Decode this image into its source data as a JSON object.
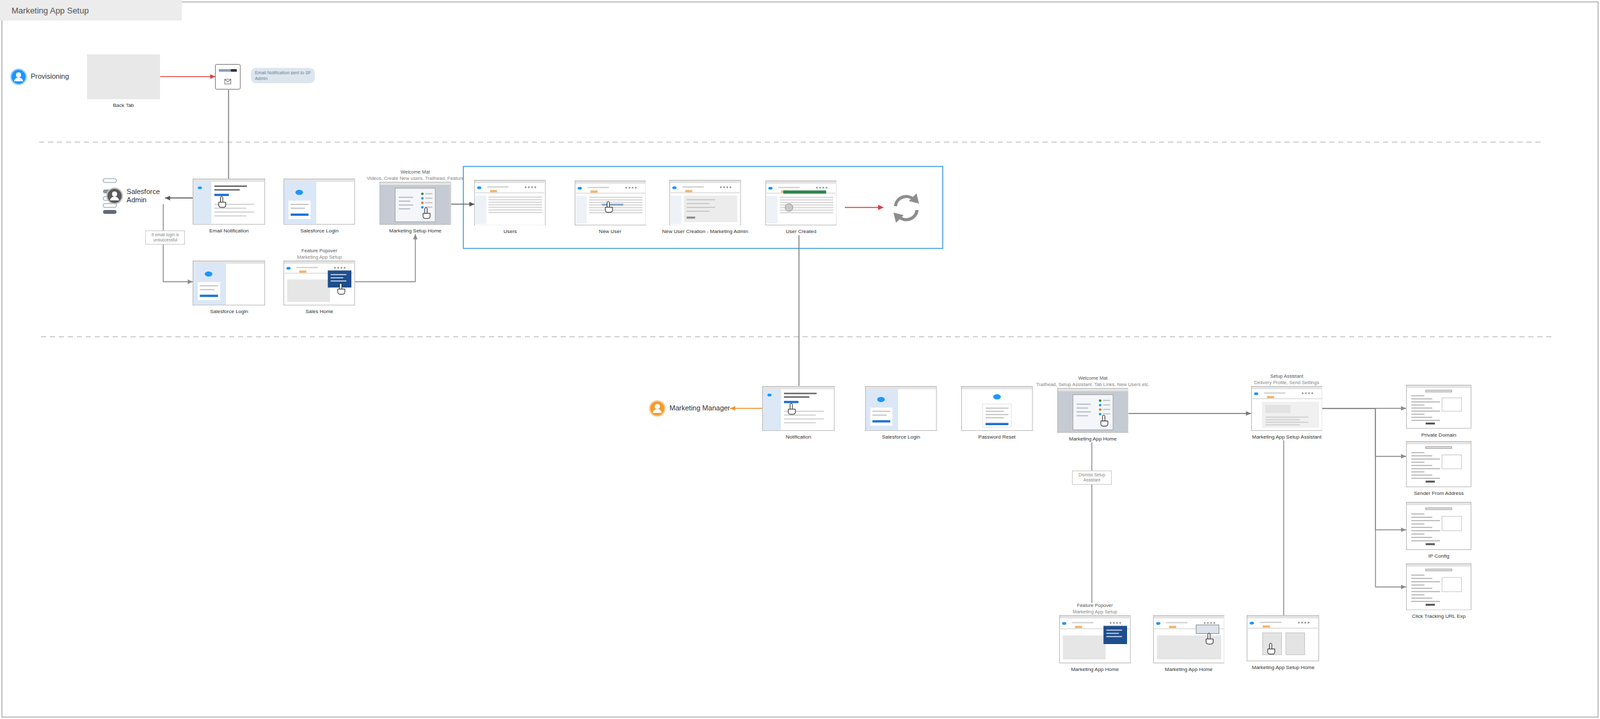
{
  "diagram": {
    "title": "Marketing App Setup",
    "nodes": [
      {
        "text": [
          "Provisioning"
        ]
      },
      {
        "text": [
          "Back Tab"
        ]
      },
      {
        "text": [
          "Email Notification sent to SF Admin"
        ]
      },
      {
        "text": [
          "Salesforce Admin"
        ]
      },
      {
        "text": [
          "Email Notification"
        ]
      },
      {
        "text": [
          "Salesforce Login"
        ]
      },
      {
        "text": [
          "Welcome Mat",
          "Videos, Create New users, Trailhead, Feature",
          "Marketing Setup Home"
        ]
      },
      {
        "text": [
          "Users"
        ]
      },
      {
        "text": [
          "New User"
        ]
      },
      {
        "text": [
          "New User Creation - Marketing Admin"
        ]
      },
      {
        "text": [
          "User Created"
        ]
      },
      {
        "text": [
          "Salesforce Login"
        ]
      },
      {
        "text": [
          "Feature Popover",
          "Marketing App Setup",
          "Sales Home"
        ]
      },
      {
        "text": [
          "Marketing Manager"
        ]
      },
      {
        "text": [
          "Notification"
        ]
      },
      {
        "text": [
          "Salesforce Login"
        ]
      },
      {
        "text": [
          "Password Reset"
        ]
      },
      {
        "text": [
          "Welcome Mat",
          "Trailhead, Setup Assistant, Tab Links, New Users etc.",
          "Marketing App Home"
        ]
      },
      {
        "text": [
          "Setup Assistant",
          "Delivery Profile, Send Settings",
          "Marketing App Setup Assistant"
        ]
      },
      {
        "text": [
          "Private Domain"
        ]
      },
      {
        "text": [
          "Sender From Address"
        ]
      },
      {
        "text": [
          "IP Config"
        ]
      },
      {
        "text": [
          "Click Tracking URL Exp"
        ]
      },
      {
        "text": [
          "Feature Popover",
          "Marketing App Setup",
          "Marketing App Home"
        ]
      },
      {
        "text": [
          "Marketing App Home"
        ]
      },
      {
        "text": [
          "Marketing App Setup Home"
        ]
      }
    ],
    "edges": [
      {
        "from": 1,
        "to": 2,
        "arrow": "to"
      },
      {
        "from": 2,
        "to": 4,
        "arrow": "none"
      },
      {
        "from": 4,
        "to": 3,
        "arrow": "to"
      },
      {
        "from": 3,
        "to": 11,
        "label": "If email login is unsuccessful",
        "arrow": "to"
      },
      {
        "from": 12,
        "to": 6,
        "arrow": "to"
      },
      {
        "from": 6,
        "to": 7,
        "arrow": "to"
      },
      {
        "from": 10,
        "to": 14,
        "arrow": "none"
      },
      {
        "from": 14,
        "to": 13,
        "arrow": "to"
      },
      {
        "from": 17,
        "to": 18,
        "arrow": "to"
      },
      {
        "from": 18,
        "to": 19,
        "arrow": "to"
      },
      {
        "from": 18,
        "to": 20,
        "arrow": "to"
      },
      {
        "from": 18,
        "to": 21,
        "arrow": "to"
      },
      {
        "from": 18,
        "to": 22,
        "arrow": "to"
      },
      {
        "from": 17,
        "to": 23,
        "label": "Dismiss Setup Assistant",
        "arrow": "none"
      },
      {
        "from": 25,
        "to": 18,
        "arrow": "none"
      }
    ]
  }
}
